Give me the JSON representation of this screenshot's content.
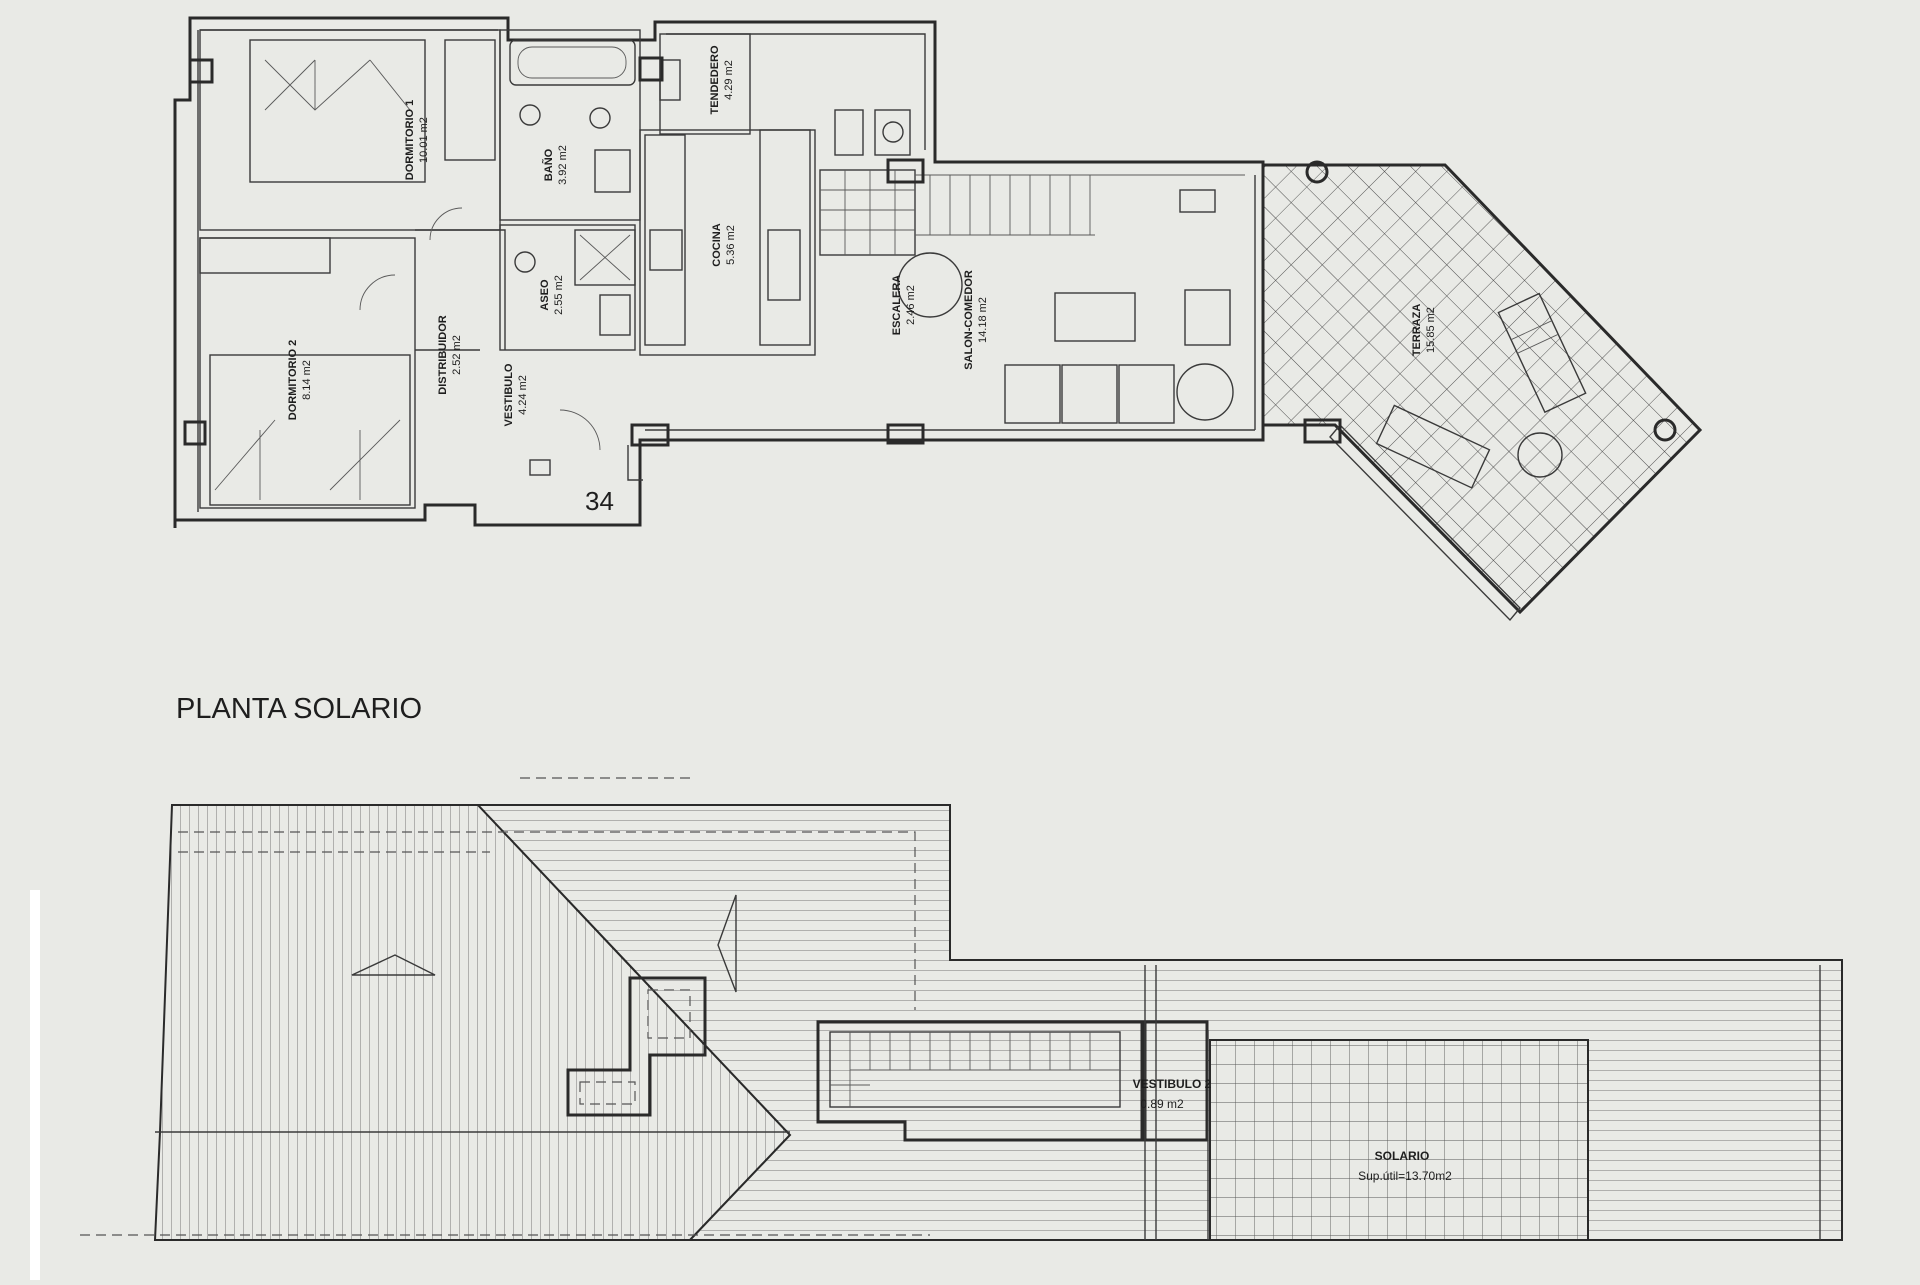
{
  "plan": {
    "unit_number": "34",
    "section_title": "PLANTA SOLARIO"
  },
  "rooms": {
    "dormitorio1": {
      "name": "DORMITORIO 1",
      "area": "10.01 m2"
    },
    "bano": {
      "name": "BAÑO",
      "area": "3.92 m2"
    },
    "tendedero": {
      "name": "TENDEDERO",
      "area": "4.29 m2"
    },
    "cocina": {
      "name": "COCINA",
      "area": "5.36 m2"
    },
    "aseo": {
      "name": "ASEO",
      "area": "2.55 m2"
    },
    "distribuidor": {
      "name": "DISTRIBUIDOR",
      "area": "2.52 m2"
    },
    "dormitorio2": {
      "name": "DORMITORIO 2",
      "area": "8.14 m2"
    },
    "vestibulo": {
      "name": "VESTIBULO",
      "area": "4.24 m2"
    },
    "escalera": {
      "name": "ESCALERA",
      "area": "2.46 m2"
    },
    "salon": {
      "name": "SALON-COMEDOR",
      "area": "14.18 m2"
    },
    "terraza": {
      "name": "TERRAZA",
      "area": "15.85 m2"
    },
    "vestibulo2": {
      "name": "VESTIBULO 2",
      "area": "0.89 m2"
    },
    "solario": {
      "name": "SOLARIO",
      "area": "Sup.útil=13.70m2"
    }
  }
}
